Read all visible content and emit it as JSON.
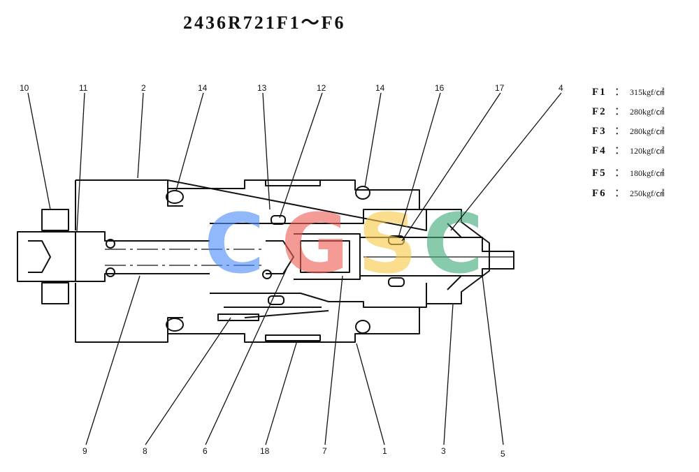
{
  "title": "2436R721F1～F6",
  "specs": [
    {
      "code": "F1",
      "colon": "：",
      "value": "315kgf/㎠"
    },
    {
      "code": "F2",
      "colon": "：",
      "value": "280kgf/㎠"
    },
    {
      "code": "F3",
      "colon": "：",
      "value": "280kgf/㎠"
    },
    {
      "code": "F4",
      "colon": "：",
      "value": "120kgf/㎠"
    },
    {
      "code": "F5",
      "colon": "：",
      "value": "180kgf/㎠"
    },
    {
      "code": "F6",
      "colon": "：",
      "value": "250kgf/㎠"
    }
  ],
  "callouts": {
    "c10": "10",
    "c11": "11",
    "c2": "2",
    "c14a": "14",
    "c13": "13",
    "c12": "12",
    "c14b": "14",
    "c16": "16",
    "c17": "17",
    "c4": "4",
    "c9": "9",
    "c8": "8",
    "c6": "6",
    "c18": "18",
    "c7": "7",
    "c1": "1",
    "c3": "3",
    "c5": "5"
  },
  "watermark": {
    "letters": [
      "C",
      "G",
      "S",
      "C"
    ],
    "colors": [
      "#4f8ef7",
      "#ef5f55",
      "#f7c948",
      "#3fab7a"
    ]
  }
}
